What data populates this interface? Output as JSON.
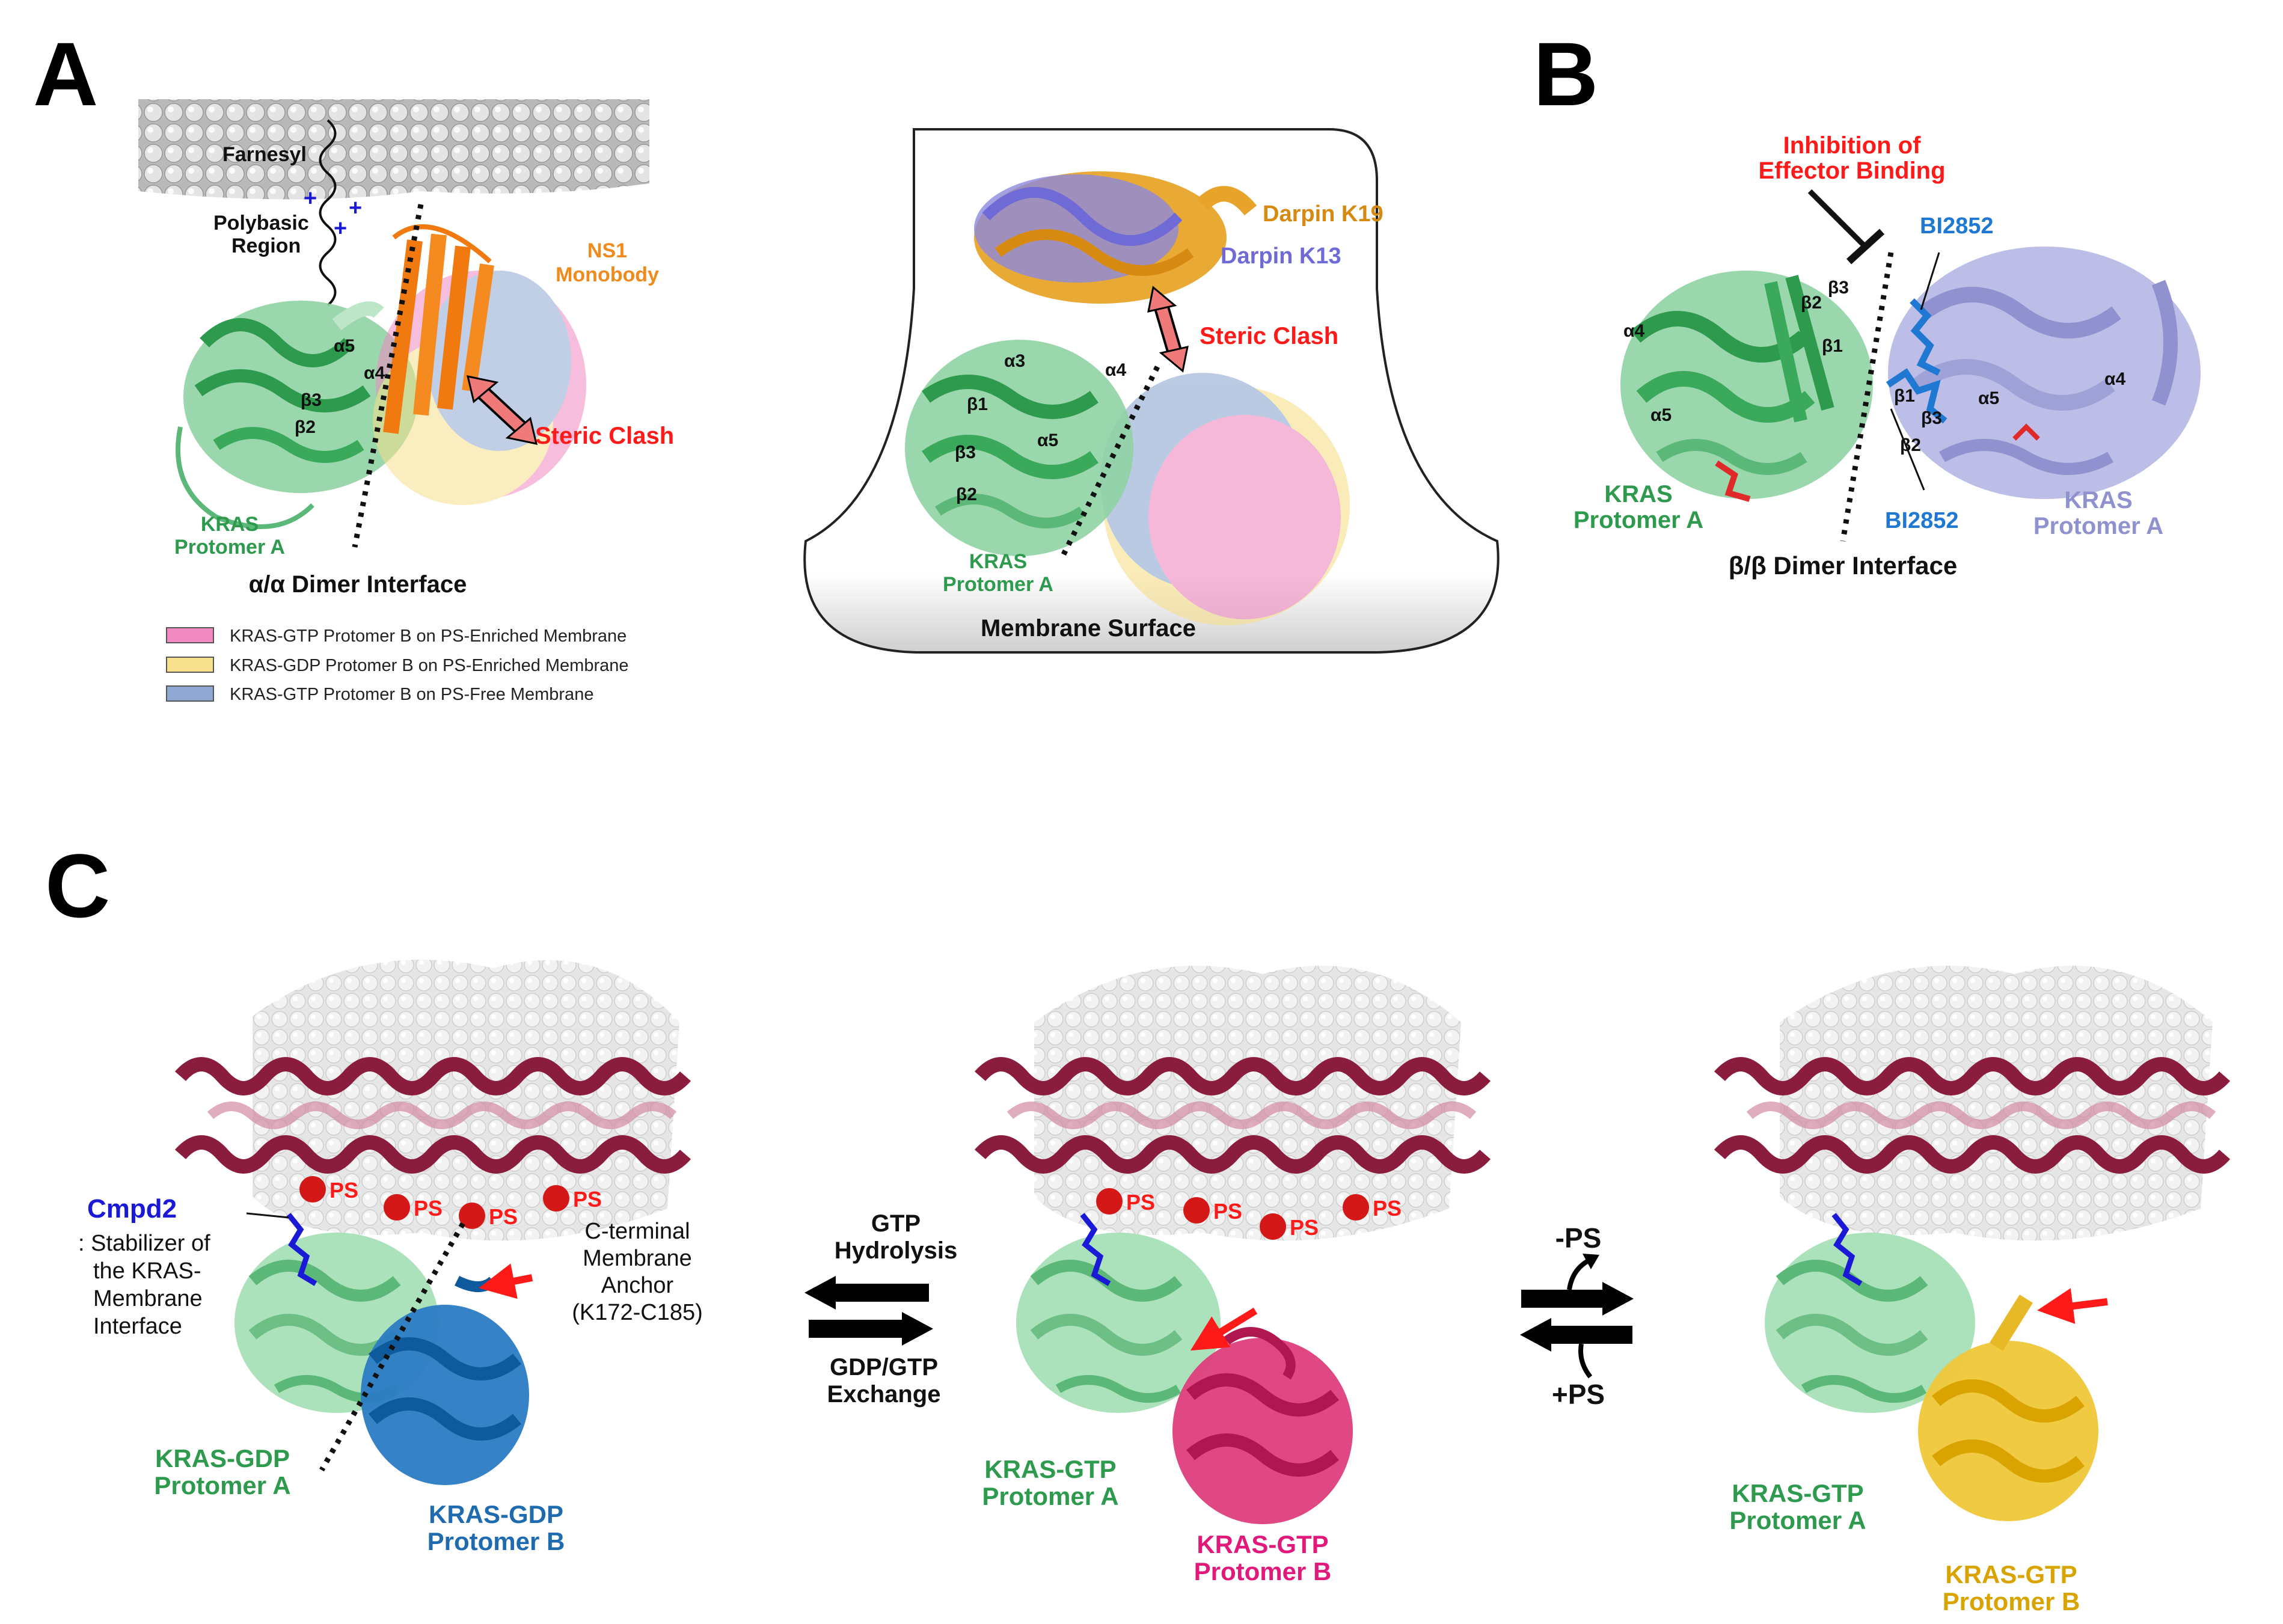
{
  "colors": {
    "kras_green": "#6dbf86",
    "kras_green_dark": "#2e9a4e",
    "kras_blue": "#1f6bb0",
    "kras_pink": "#d12a6a",
    "kras_yellow": "#e8b926",
    "lavender": "#9fa2d6",
    "orange": "#f08a1c",
    "red_label": "#ff1a1a",
    "helix_maroon": "#8a1d3d",
    "legend_pink": "#f08ac0",
    "legend_yellow": "#f7e08c",
    "legend_blue": "#8ea8d2"
  },
  "panel_a": {
    "letter": "A",
    "farnesyl": "Farnesyl",
    "polybasic": [
      "Polybasic",
      "Region"
    ],
    "ns1": [
      "NS1",
      "Monobody"
    ],
    "steric_clash": "Steric Clash",
    "kras_label": [
      "KRAS",
      "Protomer A"
    ],
    "helix_labels": [
      "α5",
      "α4",
      "β3",
      "β2"
    ],
    "interface": "α/α Dimer Interface",
    "inset": {
      "darpin_k19": "Darpin K19",
      "darpin_k13": "Darpin K13",
      "steric_clash": "Steric Clash",
      "helix_labels": [
        "α3",
        "α4",
        "β1",
        "α5",
        "β3",
        "β2"
      ],
      "kras_label": [
        "KRAS",
        "Protomer A"
      ],
      "membrane_surface": "Membrane Surface"
    },
    "legend": [
      {
        "label": "KRAS-GTP Protomer B on PS-Enriched Membrane",
        "color": "#f08ac0"
      },
      {
        "label": "KRAS-GDP Protomer B on PS-Enriched Membrane",
        "color": "#f7e08c"
      },
      {
        "label": "KRAS-GTP Protomer B on PS-Free Membrane",
        "color": "#8ea8d2"
      }
    ]
  },
  "panel_b": {
    "letter": "B",
    "inhibition": [
      "Inhibition of",
      "Effector Binding"
    ],
    "bi2852_top": "BI2852",
    "bi2852_bottom": "BI2852",
    "left_labels": [
      "α4",
      "α5",
      "β2",
      "β3",
      "β1"
    ],
    "right_labels": [
      "β1",
      "β3",
      "β2",
      "α5",
      "α4"
    ],
    "kras_left": [
      "KRAS",
      "Protomer A"
    ],
    "kras_right": [
      "KRAS",
      "Protomer A"
    ],
    "interface": "β/β Dimer Interface"
  },
  "panel_c": {
    "letter": "C",
    "cmpd2": "Cmpd2",
    "cmpd2_desc": [
      ": Stabilizer of",
      "the KRAS-",
      "Membrane",
      "Interface"
    ],
    "anchor": [
      "C-terminal",
      "Membrane",
      "Anchor",
      "(K172-C185)"
    ],
    "ps": "PS",
    "left_a": [
      "KRAS-GDP",
      "Protomer A"
    ],
    "left_b": [
      "KRAS-GDP",
      "Protomer B"
    ],
    "gtp_hydrolysis": [
      "GTP",
      "Hydrolysis"
    ],
    "gdp_exchange": [
      "GDP/GTP",
      "Exchange"
    ],
    "mid_a": [
      "KRAS-GTP",
      "Protomer A"
    ],
    "mid_b": [
      "KRAS-GTP",
      "Protomer B"
    ],
    "minus_ps": "-PS",
    "plus_ps": "+PS",
    "right_a": [
      "KRAS-GTP",
      "Protomer A"
    ],
    "right_b": [
      "KRAS-GTP",
      "Protomer B"
    ]
  }
}
